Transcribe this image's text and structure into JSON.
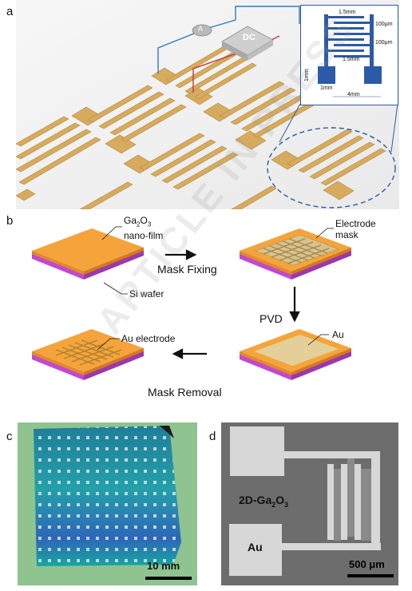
{
  "panels": {
    "a": {
      "letter": "a",
      "instruments": {
        "ammeter": "A",
        "dc_source": "DC"
      },
      "inset": {
        "finger_length": "1.5mm",
        "gap_top": "100μm",
        "gap_bottom": "100μm",
        "finger_length_2": "1.5mm",
        "pad_height": "1mm",
        "pad_width": "1mm",
        "total_width": "4mm"
      }
    },
    "b": {
      "letter": "b",
      "ga2o3_label_main": "Ga",
      "ga2o3_label_sub1": "2",
      "ga2o3_label_mid": "O",
      "ga2o3_label_sub2": "3",
      "ga2o3_label_line2": "nano-film",
      "si_wafer": "Si wafer",
      "electrode_mask_line1": "Electrode",
      "electrode_mask_line2": "mask",
      "mask_fixing": "Mask Fixing",
      "pvd": "PVD",
      "au": "Au",
      "au_electrode": "Au electrode",
      "mask_removal": "Mask Removal"
    },
    "c": {
      "letter": "c",
      "scale": "10 mm"
    },
    "d": {
      "letter": "d",
      "material_main": "2D-Ga",
      "material_sub1": "2",
      "material_mid": "O",
      "material_sub2": "3",
      "pad_label": "Au",
      "scale": "500 μm"
    },
    "watermark": "ARTICLE IN PRESS",
    "colors": {
      "gold": "#d9b36a",
      "orange": "#f5a53a",
      "magenta": "#c248d6",
      "inset_blue": "#2d5aa6",
      "green_bg": "#8ec28e",
      "sem_gray": "#6f6f6f"
    }
  }
}
